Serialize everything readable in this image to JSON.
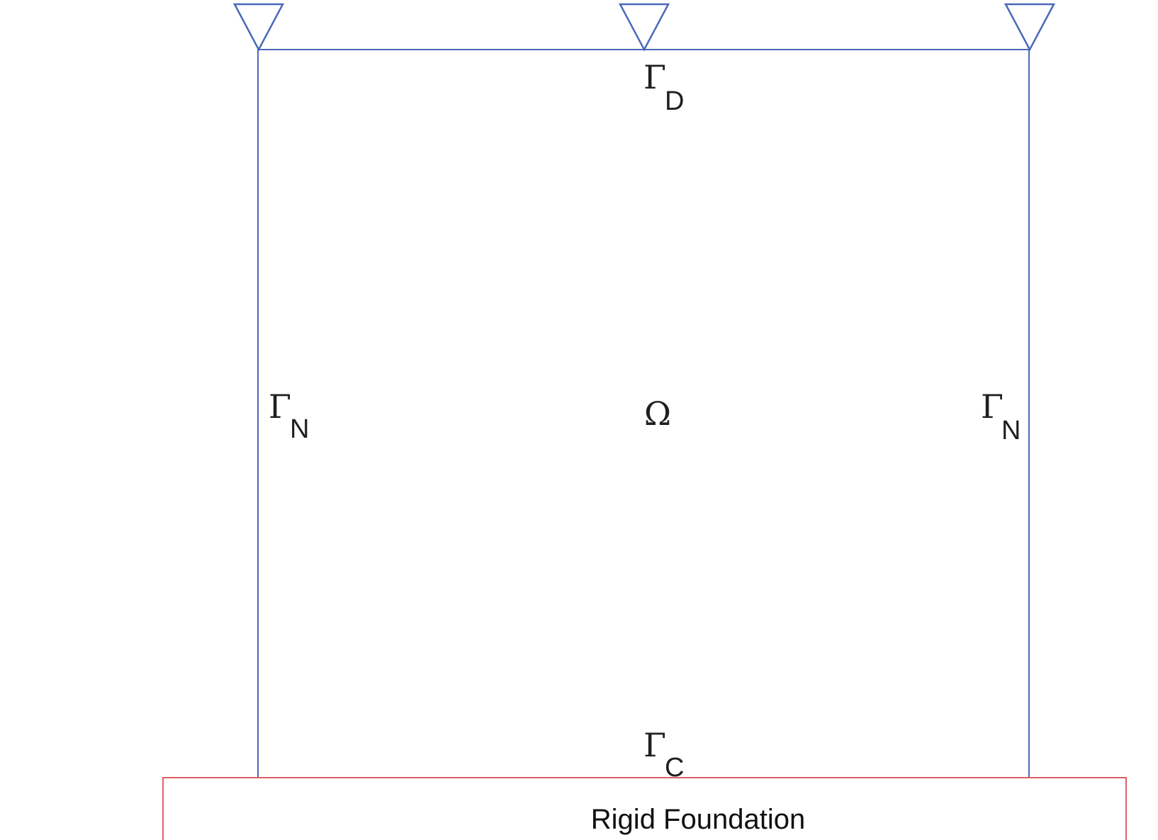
{
  "labels": {
    "top_boundary": {
      "symbol": "Γ",
      "subscript": "D"
    },
    "left_boundary": {
      "symbol": "Γ",
      "subscript": "N"
    },
    "right_boundary": {
      "symbol": "Γ",
      "subscript": "N"
    },
    "bottom_boundary": {
      "symbol": "Γ",
      "subscript": "C"
    },
    "domain": "Ω",
    "foundation": "Rigid Foundation"
  },
  "colors": {
    "domain_outline": "#4a68b8",
    "foundation_outline": "#e06060",
    "ground": "#222222"
  },
  "icons": {
    "support": "pinned-support-triangle"
  }
}
